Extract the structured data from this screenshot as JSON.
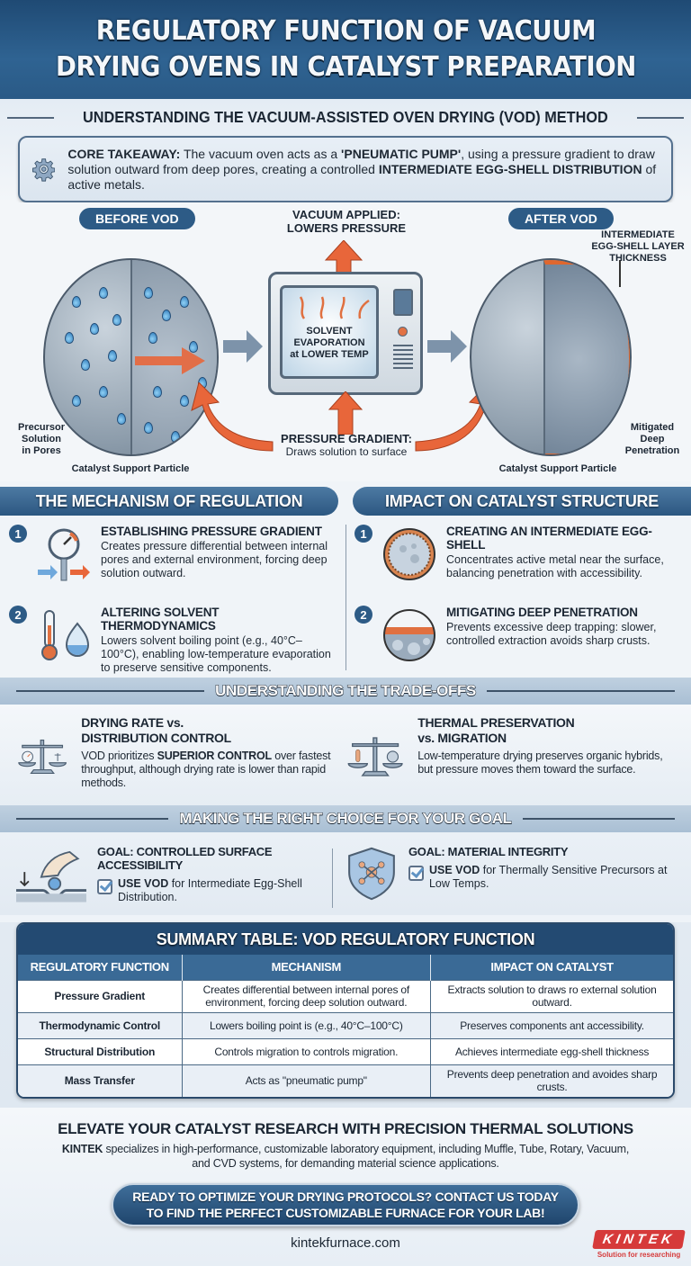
{
  "header": {
    "title_line1": "REGULATORY FUNCTION OF VACUUM",
    "title_line2": "DRYING OVENS IN CATALYST PREPARATION"
  },
  "intro": {
    "section_title": "UNDERSTANDING THE VACUUM-ASSISTED OVEN DRYING (VOD) METHOD",
    "takeaway": {
      "icon": "gear-icon",
      "label": "CORE TAKEAWAY:",
      "text1": " The vacuum oven acts as a ",
      "bold1": "'PNEUMATIC PUMP'",
      "text2": ", using a pressure gradient to draw solution outward from deep pores, creating a controlled ",
      "bold2": "INTERMEDIATE EGG-SHELL DISTRIBUTION",
      "text3": " of active metals."
    }
  },
  "diagram": {
    "before_label": "BEFORE VOD",
    "after_label": "AFTER VOD",
    "vacuum_line1": "VACUUM APPLIED:",
    "vacuum_line2": "LOWERS PRESSURE",
    "oven_line1": "SOLVENT",
    "oven_line2": "EVAPORATION",
    "oven_line3": "at LOWER TEMP",
    "gradient_title": "PRESSURE GRADIENT:",
    "gradient_sub": "Draws solution to surface",
    "precursor_l1": "Precursor",
    "precursor_l2": "Solution",
    "precursor_l3": "in Pores",
    "support_left": "Catalyst Support Particle",
    "support_right": "Catalyst Support Particle",
    "eggshell_l1": "INTERMEDIATE",
    "eggshell_l2": "EGG-SHELL LAYER",
    "eggshell_l3": "THICKNESS",
    "mitigated_l1": "Mitigated",
    "mitigated_l2": "Deep",
    "mitigated_l3": "Penetration"
  },
  "mechanism": {
    "title": "THE MECHANISM OF REGULATION",
    "items": [
      {
        "num": "1",
        "icon": "pressure-gauge-icon",
        "heading": "ESTABLISHING PRESSURE GRADIENT",
        "text": "Creates pressure differential between internal pores and external environment, forcing deep solution outward."
      },
      {
        "num": "2",
        "icon": "thermometer-droplet-icon",
        "heading": "ALTERING SOLVENT THERMODYNAMICS",
        "text": "Lowers solvent boiling point (e.g., 40°C–100°C), enabling low-temperature evaporation to preserve sensitive components."
      }
    ]
  },
  "impact": {
    "title": "IMPACT ON CATALYST STRUCTURE",
    "items": [
      {
        "num": "1",
        "icon": "egg-shell-particle-icon",
        "heading": "CREATING AN INTERMEDIATE EGG-SHELL",
        "text": "Concentrates active metal near the surface, balancing penetration with accessibility."
      },
      {
        "num": "2",
        "icon": "cross-section-layer-icon",
        "heading": "MITIGATING DEEP PENETRATION",
        "text": "Prevents excessive deep trapping: slower, controlled extraction avoids sharp crusts."
      }
    ]
  },
  "tradeoffs": {
    "title": "UNDERSTANDING THE TRADE-OFFS",
    "items": [
      {
        "icon": "balance-scale-icon",
        "heading_l1": "DRYING RATE vs.",
        "heading_l2": "DISTRIBUTION CONTROL",
        "text_pre": "VOD prioritizes ",
        "text_bold": "SUPERIOR CONTROL",
        "text_post": " over fastest throughput, although drying rate is lower than rapid methods."
      },
      {
        "icon": "balance-scale-thermometer-icon",
        "heading_l1": "THERMAL PRESERVATION",
        "heading_l2": "vs. MIGRATION",
        "text_pre": "Low-temperature drying preserves organic hybrids, but pressure moves them toward the surface.",
        "text_bold": "",
        "text_post": ""
      }
    ]
  },
  "goals": {
    "title": "MAKING THE RIGHT CHOICE FOR YOUR GOAL",
    "items": [
      {
        "icon": "hand-surface-icon",
        "heading": "GOAL: CONTROLLED SURFACE ACCESSIBILITY",
        "use_bold": "USE VOD",
        "use_text": " for Intermediate Egg-Shell Distribution."
      },
      {
        "icon": "shield-molecule-icon",
        "heading": "GOAL: MATERIAL INTEGRITY",
        "use_bold": "USE VOD",
        "use_text": " for Thermally Sensitive Precursors at Low Temps."
      }
    ]
  },
  "summary_table": {
    "title": "SUMMARY TABLE: VOD REGULATORY FUNCTION",
    "columns": [
      "REGULATORY FUNCTION",
      "MECHANISM",
      "IMPACT ON CATALYST"
    ],
    "rows": [
      [
        "Pressure Gradient",
        "Creates differential between internal pores of environment, forcing deep solution outward.",
        "Extracts solution to draws ro external solution outward."
      ],
      [
        "Thermodynamic Control",
        "Lowers boiling point is (e.g., 40°C–100°C)",
        "Preserves components ant accessibility."
      ],
      [
        "Structural Distribution",
        "Controls migration to controls migration.",
        "Achieves intermediate egg-shell thickness"
      ],
      [
        "Mass Transfer",
        "Acts as \"pneumatic pump\"",
        "Prevents deep penetration and avoides sharp crusts."
      ]
    ]
  },
  "footer": {
    "heading": "ELEVATE YOUR CATALYST RESEARCH WITH PRECISION THERMAL SOLUTIONS",
    "brand": "KINTEK",
    "text": " specializes in high-performance, customizable laboratory equipment, including Muffle, Tube, Rotary, Vacuum, and CVD systems, for demanding material science applications.",
    "cta_l1": "READY TO OPTIMIZE YOUR DRYING PROTOCOLS? CONTACT US TODAY",
    "cta_l2": "TO FIND THE PERFECT CUSTOMIZABLE FURNACE FOR YOUR LAB!",
    "website": "kintekfurnace.com",
    "logo_text": "KINTEK",
    "logo_tagline": "Solution for researching"
  },
  "colors": {
    "primary_blue": "#2d5b86",
    "accent_orange": "#e8663a",
    "brand_red": "#d63a3a"
  }
}
